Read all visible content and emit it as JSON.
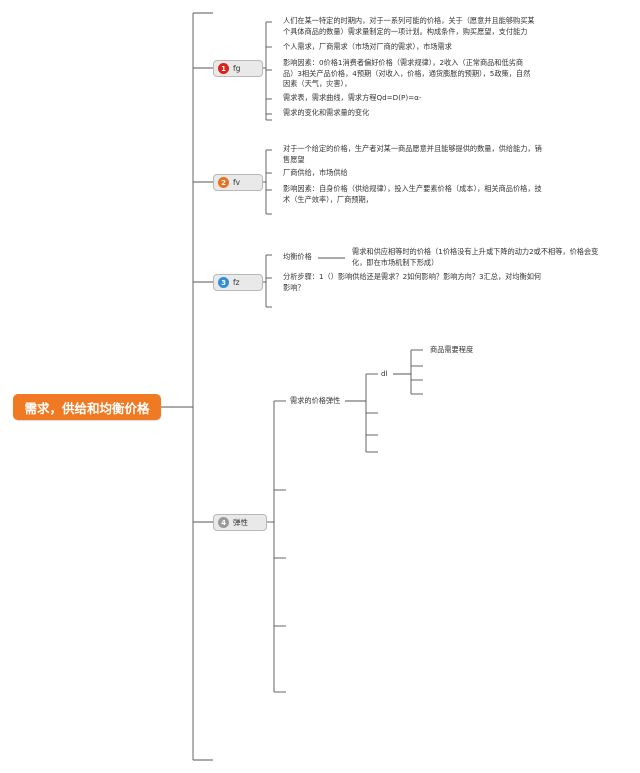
{
  "root": {
    "title": "需求，供给和均衡价格"
  },
  "colors": {
    "root": "#f07a24",
    "branch1": "#d9241c",
    "branch2": "#e8731f",
    "branch3": "#2f8fd6",
    "branch4": "#9a9a9a",
    "line": "#555555"
  },
  "branches": [
    {
      "number": "1",
      "label": "fg",
      "items": [
        "人们在某一特定的时期内，对于一系列可能的价格，关于（愿意并且能够购买某个具体商品的数量）需求量制定的一项计划。构成条件，购买愿望，支付能力",
        "个人需求，厂商需求（市场对厂商的需求），市场需求",
        "影响因素：0价格1消费者偏好价格（需求规律），2收入（正常商品和低劣商品）3相关产品价格，4预期（对收入，价格，通货膨胀的预期），5政策，自然因素（天气，灾害），",
        "需求表，需求曲线，需求方程Qd=D(P)=α-",
        "需求的变化和需求量的变化"
      ]
    },
    {
      "number": "2",
      "label": "fv",
      "items": [
        "对于一个给定的价格，生产者对某一商品愿意并且能够提供的数量，供给能力，销售愿望",
        "厂商供给，市场供给",
        "影响因素：自身价格（供给规律），投入生产要素价格（成本），相关商品价格，技术（生产效率），厂商预期，"
      ]
    },
    {
      "number": "3",
      "label": "fz",
      "items": [
        "均衡价格",
        "需求和供应相等时的价格（1价格没有上升或下降的动力2或不相等，价格会变化，即在市场机制下形成）",
        "分析步骤：1（）影响供给还是需求？2如何影响？影响方向？3汇总，对均衡如何影响？"
      ]
    },
    {
      "number": "4",
      "label": "弹性",
      "items": [
        "需求的价格弹性",
        "dl",
        "商品需要程度"
      ]
    }
  ]
}
